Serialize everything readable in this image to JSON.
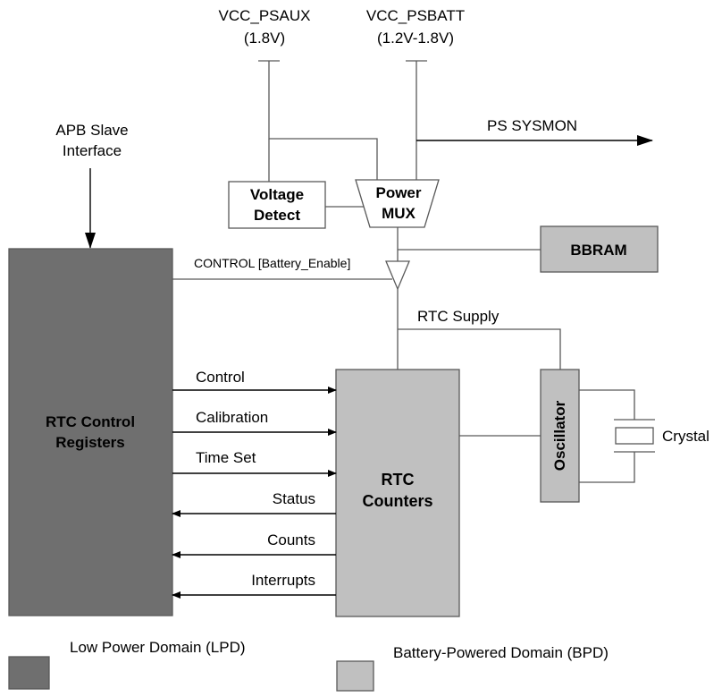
{
  "supplies": {
    "psaux": {
      "name": "VCC_PSAUX",
      "voltage": "(1.8V)"
    },
    "psbatt": {
      "name": "VCC_PSBATT",
      "voltage": "(1.2V-1.8V)"
    }
  },
  "apb": {
    "line1": "APB Slave",
    "line2": "Interface"
  },
  "ps_sysmon": "PS SYSMON",
  "voltage_detect": {
    "line1": "Voltage",
    "line2": "Detect"
  },
  "power_mux": {
    "line1": "Power",
    "line2": "MUX"
  },
  "bbram": "BBRAM",
  "control_signal": "CONTROL [Battery_Enable]",
  "rtc_supply": "RTC Supply",
  "rtc_control_registers": {
    "line1": "RTC Control",
    "line2": "Registers"
  },
  "rtc_counters": {
    "line1": "RTC",
    "line2": "Counters"
  },
  "oscillator": "Oscillator",
  "crystal": "Crystal",
  "signals": {
    "control": "Control",
    "calibration": "Calibration",
    "time_set": "Time Set",
    "status": "Status",
    "counts": "Counts",
    "interrupts": "Interrupts"
  },
  "legend": {
    "lpd": "Low Power Domain (LPD)",
    "bpd": "Battery-Powered Domain (BPD)"
  },
  "colors": {
    "lpd_fill": "#6f6f6f",
    "bpd_fill": "#c0c0c0",
    "wire": "#595959",
    "arrow": "#000000"
  }
}
